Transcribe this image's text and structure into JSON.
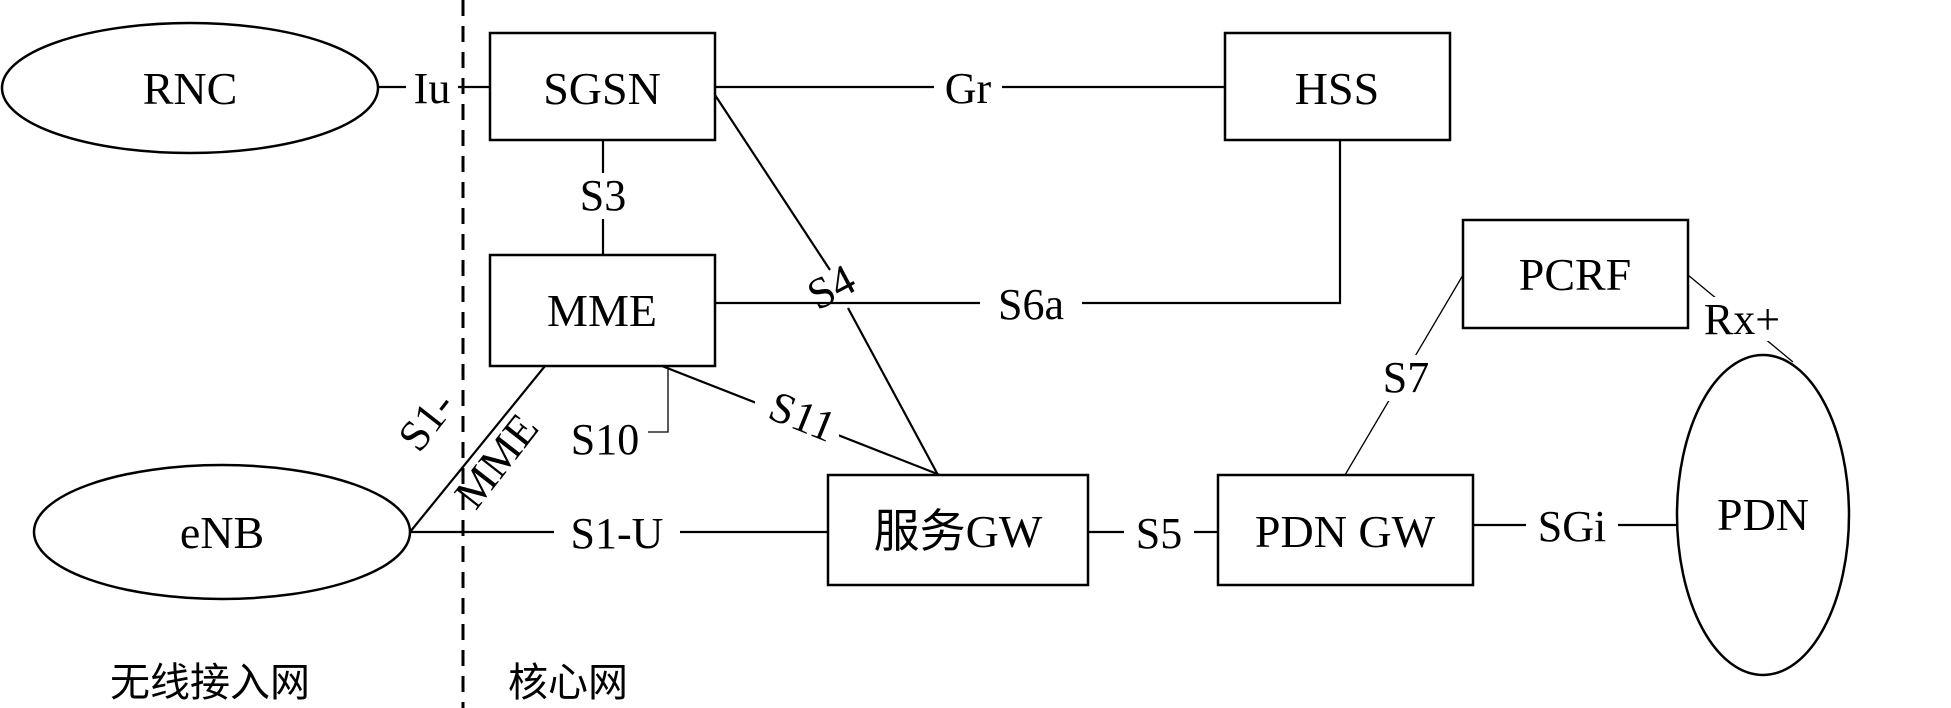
{
  "nodes": {
    "rnc": "RNC",
    "sgsn": "SGSN",
    "hss": "HSS",
    "mme": "MME",
    "pcrf": "PCRF",
    "enb": "eNB",
    "serving_gw": "服务GW",
    "pdn_gw": "PDN GW",
    "pdn": "PDN"
  },
  "interfaces": {
    "iu": "Iu",
    "gr": "Gr",
    "s3": "S3",
    "s4": "S4",
    "s6a": "S6a",
    "s7": "S7",
    "rx": "Rx+",
    "s1_mme_a": "S1-",
    "s1_mme_b": "MME",
    "s10": "S10",
    "s11": "S11",
    "s1_u": "S1-U",
    "s5": "S5",
    "sgi": "SGi"
  },
  "zones": {
    "radio_access": "无线接入网",
    "core": "核心网"
  }
}
